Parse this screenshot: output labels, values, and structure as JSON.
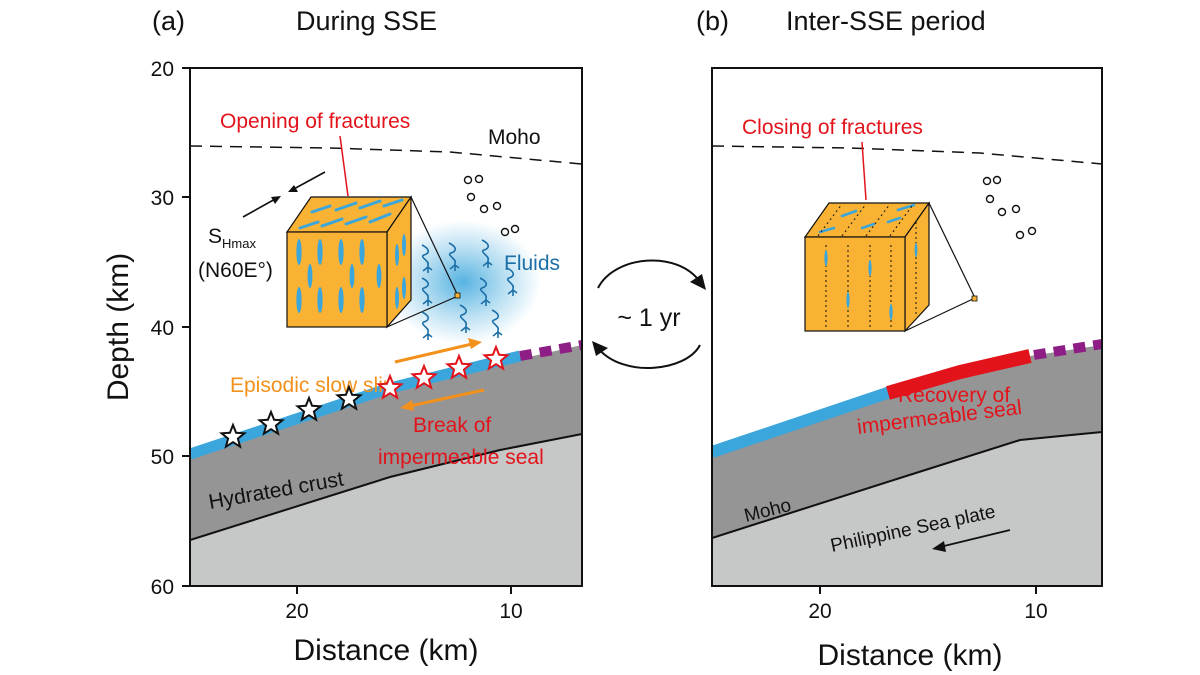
{
  "panel_a": {
    "letter": "(a)",
    "title": "During SSE",
    "y_axis_label": "Depth (km)",
    "x_axis_label": "Distance (km)",
    "y_ticks": [
      "20",
      "30",
      "40",
      "50",
      "60"
    ],
    "x_ticks": [
      "20",
      "10"
    ],
    "labels": {
      "opening": "Opening of fractures",
      "moho": "Moho",
      "shmax_s": "S",
      "shmax_sub": "Hmax",
      "shmax_dir": "(N60E°)",
      "fluids": "Fluids",
      "slow_slip": "Episodic slow slip",
      "break_line1": "Break of",
      "break_line2": "impermeable seal",
      "hydrated_crust": "Hydrated crust"
    }
  },
  "panel_b": {
    "letter": "(b)",
    "title": "Inter-SSE period",
    "x_axis_label": "Distance (km)",
    "x_ticks": [
      "20",
      "10"
    ],
    "labels": {
      "closing": "Closing of fractures",
      "recovery_line1": "Recovery of",
      "recovery_line2": "impermeable seal",
      "moho": "Moho",
      "plate": "Philippine Sea plate"
    }
  },
  "cycle_label": "~ 1 yr",
  "colors": {
    "fluid_blue": "#3aa6dc",
    "seal_red": "#e3131b",
    "slip_orange": "#f2911b",
    "cube_orange": "#f9b233",
    "crust_gray": "#959595",
    "mantle_gray": "#c6c7c7",
    "seal_purple": "#8e1e85",
    "label_red": "#e3131b",
    "label_blue": "#1c6fa7"
  }
}
